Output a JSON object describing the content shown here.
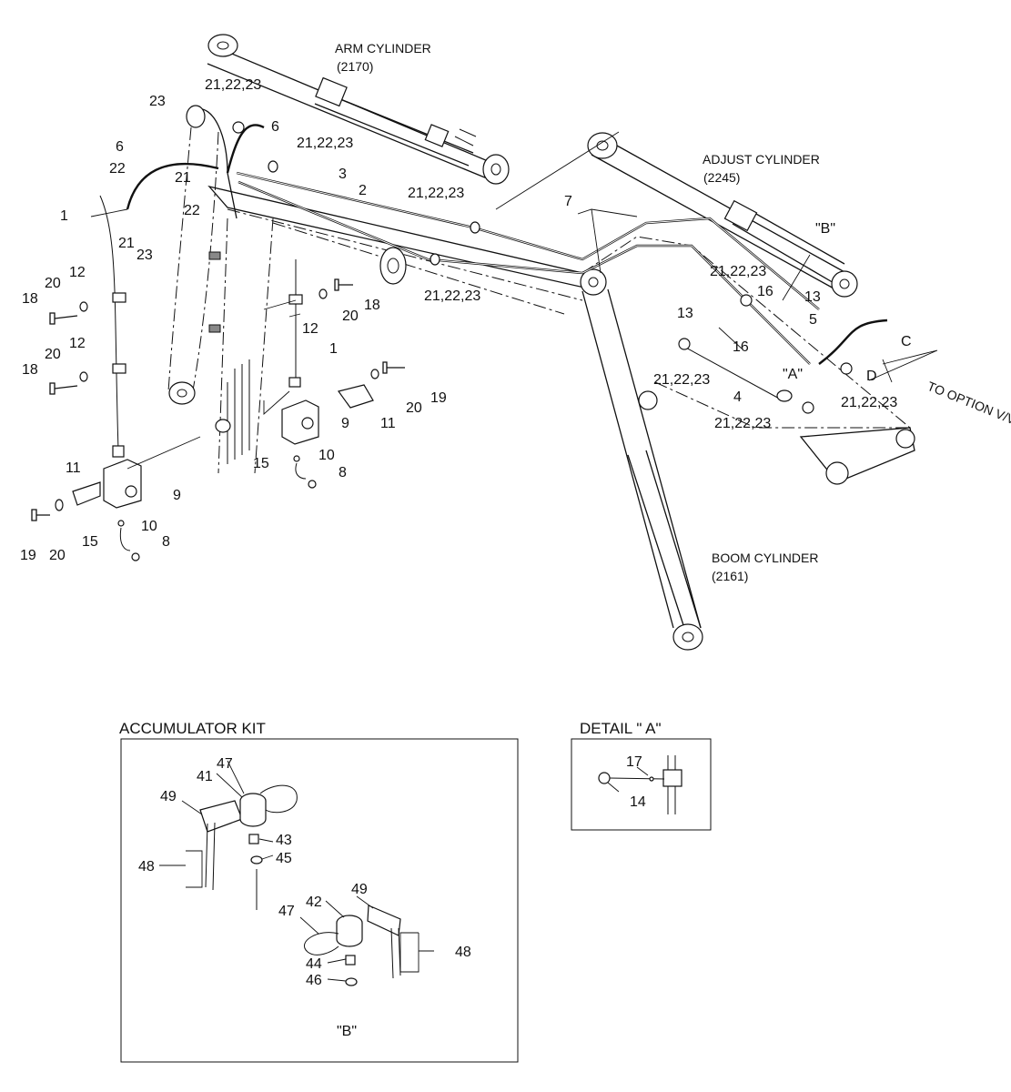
{
  "captions": {
    "arm_cylinder": "ARM CYLINDER",
    "arm_cylinder_no": "(2170)",
    "adjust_cylinder": "ADJUST CYLINDER",
    "adjust_cylinder_no": "(2245)",
    "boom_cylinder": "BOOM CYLINDER",
    "boom_cylinder_no": "(2161)",
    "to_option": "TO OPTION V/V",
    "ref_b": "\"B\"",
    "ref_a": "\"A\"",
    "ref_c": "C",
    "ref_d": "D"
  },
  "callouts": {
    "c1a": "1",
    "c1b": "1",
    "c2": "2",
    "c3": "3",
    "c4": "4",
    "c5": "5",
    "c6a": "6",
    "c6b": "6",
    "c7": "7",
    "c8a": "8",
    "c8b": "8",
    "c9a": "9",
    "c9b": "9",
    "c10a": "10",
    "c10b": "10",
    "c11a": "11",
    "c11b": "11",
    "c12a": "12",
    "c12b": "12",
    "c12c": "12",
    "c13a": "13",
    "c13b": "13",
    "c15a": "15",
    "c15b": "15",
    "c16a": "16",
    "c16b": "16",
    "c18a": "18",
    "c18b": "18",
    "c18c": "18",
    "c19a": "19",
    "c19b": "19",
    "c20a": "20",
    "c20b": "20",
    "c20c": "20",
    "c20d": "20",
    "c20e": "20",
    "c21": "21",
    "c21b": "21",
    "c22a": "22",
    "c22b": "22",
    "c23a": "23",
    "c23b": "23",
    "cHose1": "21,22,23",
    "cHose2": "21,22,23",
    "cHose3": "21,22,23",
    "cHose4": "21,22,23",
    "cHose5": "21,22,23",
    "cHose6": "21,22,23",
    "cHose7": "21,22,23",
    "cHose8": "21,22,23"
  },
  "accumulator_kit": {
    "title": "ACCUMULATOR KIT",
    "c41": "41",
    "c42": "42",
    "c43": "43",
    "c44": "44",
    "c45": "45",
    "c46": "46",
    "c47a": "47",
    "c47b": "47",
    "c48a": "48",
    "c48b": "48",
    "c49a": "49",
    "c49b": "49",
    "ref_b": "\"B\""
  },
  "detail_a": {
    "title": "DETAIL  \" A\"",
    "c14": "14",
    "c17": "17"
  }
}
